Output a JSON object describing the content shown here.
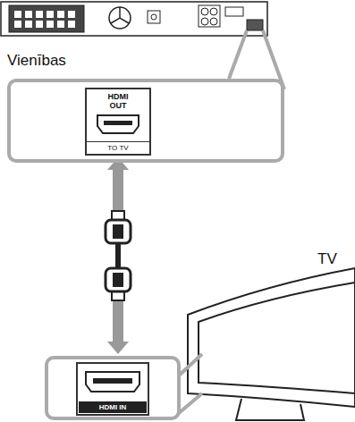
{
  "diagram": {
    "nodes": [
      {
        "text": [
          "Vienības"
        ]
      },
      {
        "text": [
          "HDMI OUT",
          "TO TV"
        ],
        "in": 0
      },
      {
        "text": [
          "HDMI IN"
        ]
      }
    ],
    "edges": [
      {
        "from": 1,
        "to": 2,
        "arrow": "both"
      }
    ],
    "labels": [
      "TV"
    ]
  }
}
